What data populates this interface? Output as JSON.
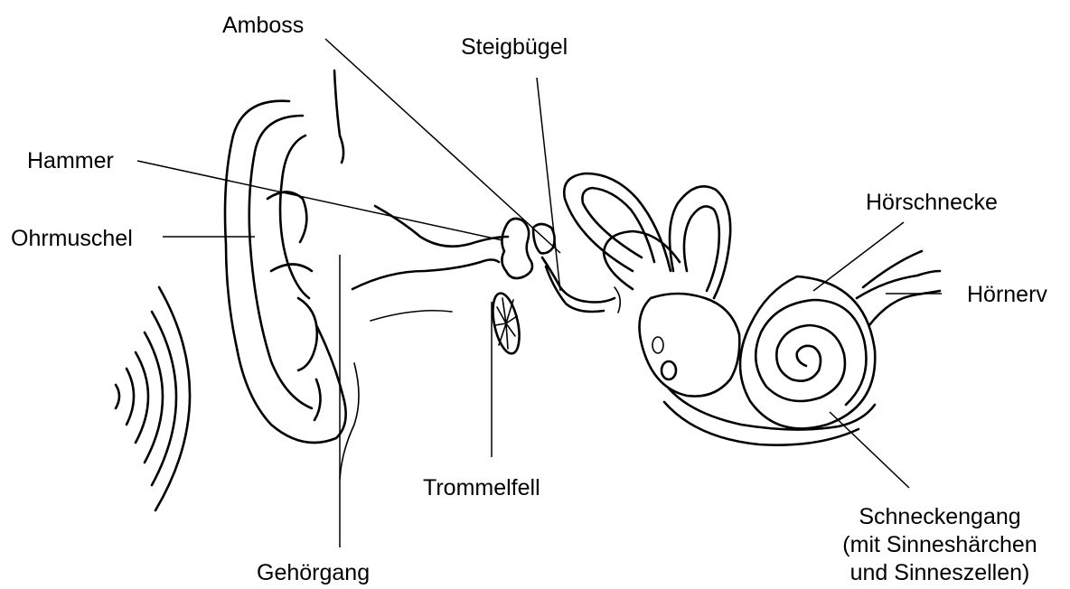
{
  "labels": {
    "amboss": "Amboss",
    "steigbuegel": "Steigbügel",
    "hammer": "Hammer",
    "ohrmuschel": "Ohrmuschel",
    "hoerschnecke": "Hörschnecke",
    "hoernerv": "Hörnerv",
    "trommelfell": "Trommelfell",
    "gehoergang": "Gehörgang",
    "schneckengang_line1": "Schneckengang",
    "schneckengang_line2": "(mit Sinneshärchen",
    "schneckengang_line3": "und Sinneszellen)"
  }
}
